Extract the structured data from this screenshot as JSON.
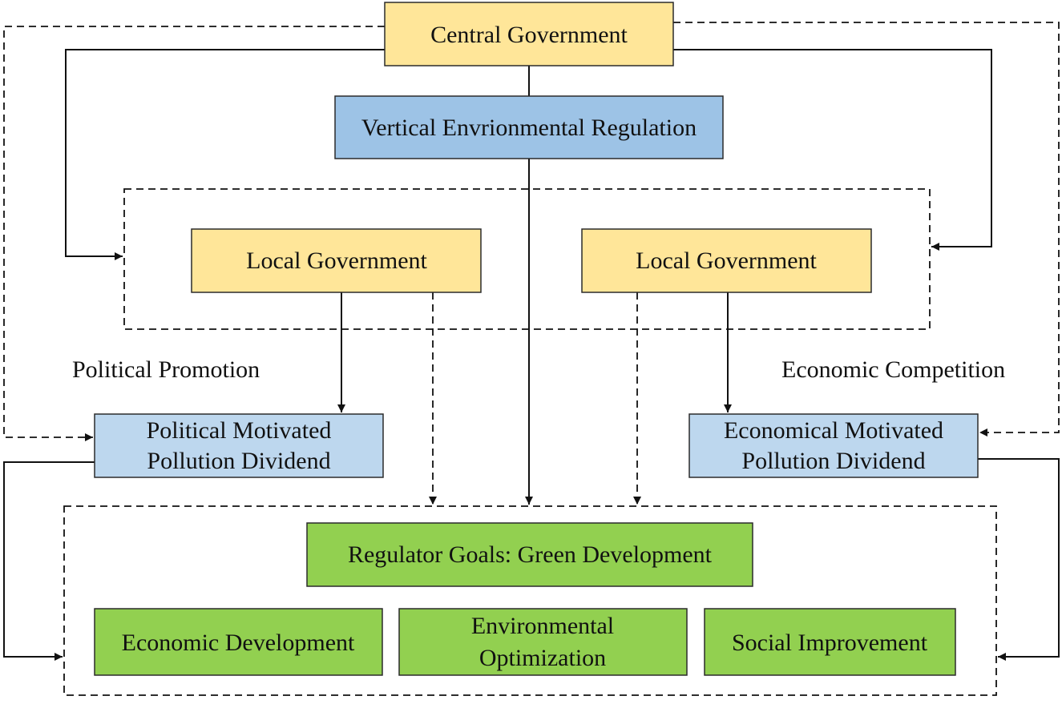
{
  "colors": {
    "yellow_box": "#FFE699",
    "blue_box": "#9DC3E6",
    "light_blue_box": "#BDD7EE",
    "green_box": "#92D050",
    "line": "#111111"
  },
  "nodes": {
    "central_government": "Central Government",
    "vertical_regulation": "Vertical Envrionmental Regulation",
    "local_government_left": "Local Government",
    "local_government_right": "Local Government",
    "political_dividend_line1": "Political Motivated",
    "political_dividend_line2": "Pollution Dividend",
    "economical_dividend_line1": "Economical Motivated",
    "economical_dividend_line2": "Pollution Dividend",
    "regulator_goals": "Regulator Goals: Green Development",
    "economic_development": "Economic Development",
    "environmental_optimization_line1": "Environmental",
    "environmental_optimization_line2": "Optimization",
    "social_improvement": "Social Improvement"
  },
  "labels": {
    "political_promotion": "Political Promotion",
    "economic_competition": "Economic Competition"
  }
}
